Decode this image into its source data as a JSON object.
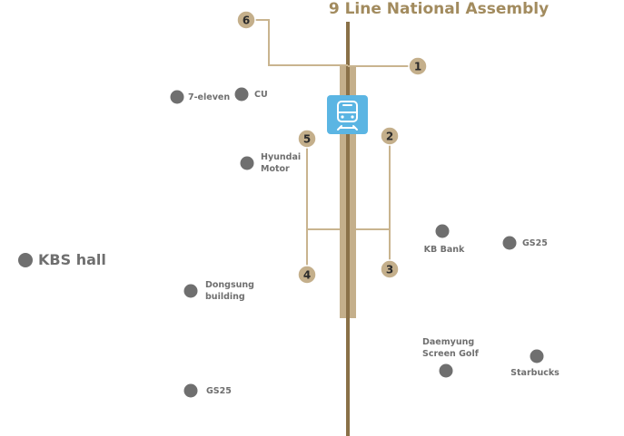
{
  "station": {
    "title": "9 Line National Assembly",
    "icon": "subway-train-icon"
  },
  "colors": {
    "line": "#8a7148",
    "platform": "#c4af8b",
    "connector": "#c9b48f",
    "exit_fill": "#c4af8b",
    "exit_stroke": "#ffffff",
    "exit_text": "#2b2b2b",
    "title": "#a28b5e",
    "poi_dot": "#6f6f6f",
    "poi_text": "#6f6f6f",
    "icon_bg": "#5bb5e3"
  },
  "exits": [
    {
      "label": "1"
    },
    {
      "label": "2"
    },
    {
      "label": "3"
    },
    {
      "label": "4"
    },
    {
      "label": "5"
    },
    {
      "label": "6"
    }
  ],
  "pois": [
    {
      "lines": [
        "7-eleven"
      ]
    },
    {
      "lines": [
        "CU"
      ]
    },
    {
      "lines": [
        "Hyundai",
        "Motor"
      ]
    },
    {
      "lines": [
        "KBS hall"
      ]
    },
    {
      "lines": [
        "Dongsung",
        "building"
      ]
    },
    {
      "lines": [
        "GS25"
      ]
    },
    {
      "lines": [
        "KB Bank"
      ]
    },
    {
      "lines": [
        "GS25"
      ]
    },
    {
      "lines": [
        "Daemyung",
        "Screen Golf"
      ]
    },
    {
      "lines": [
        "Starbucks"
      ]
    }
  ]
}
